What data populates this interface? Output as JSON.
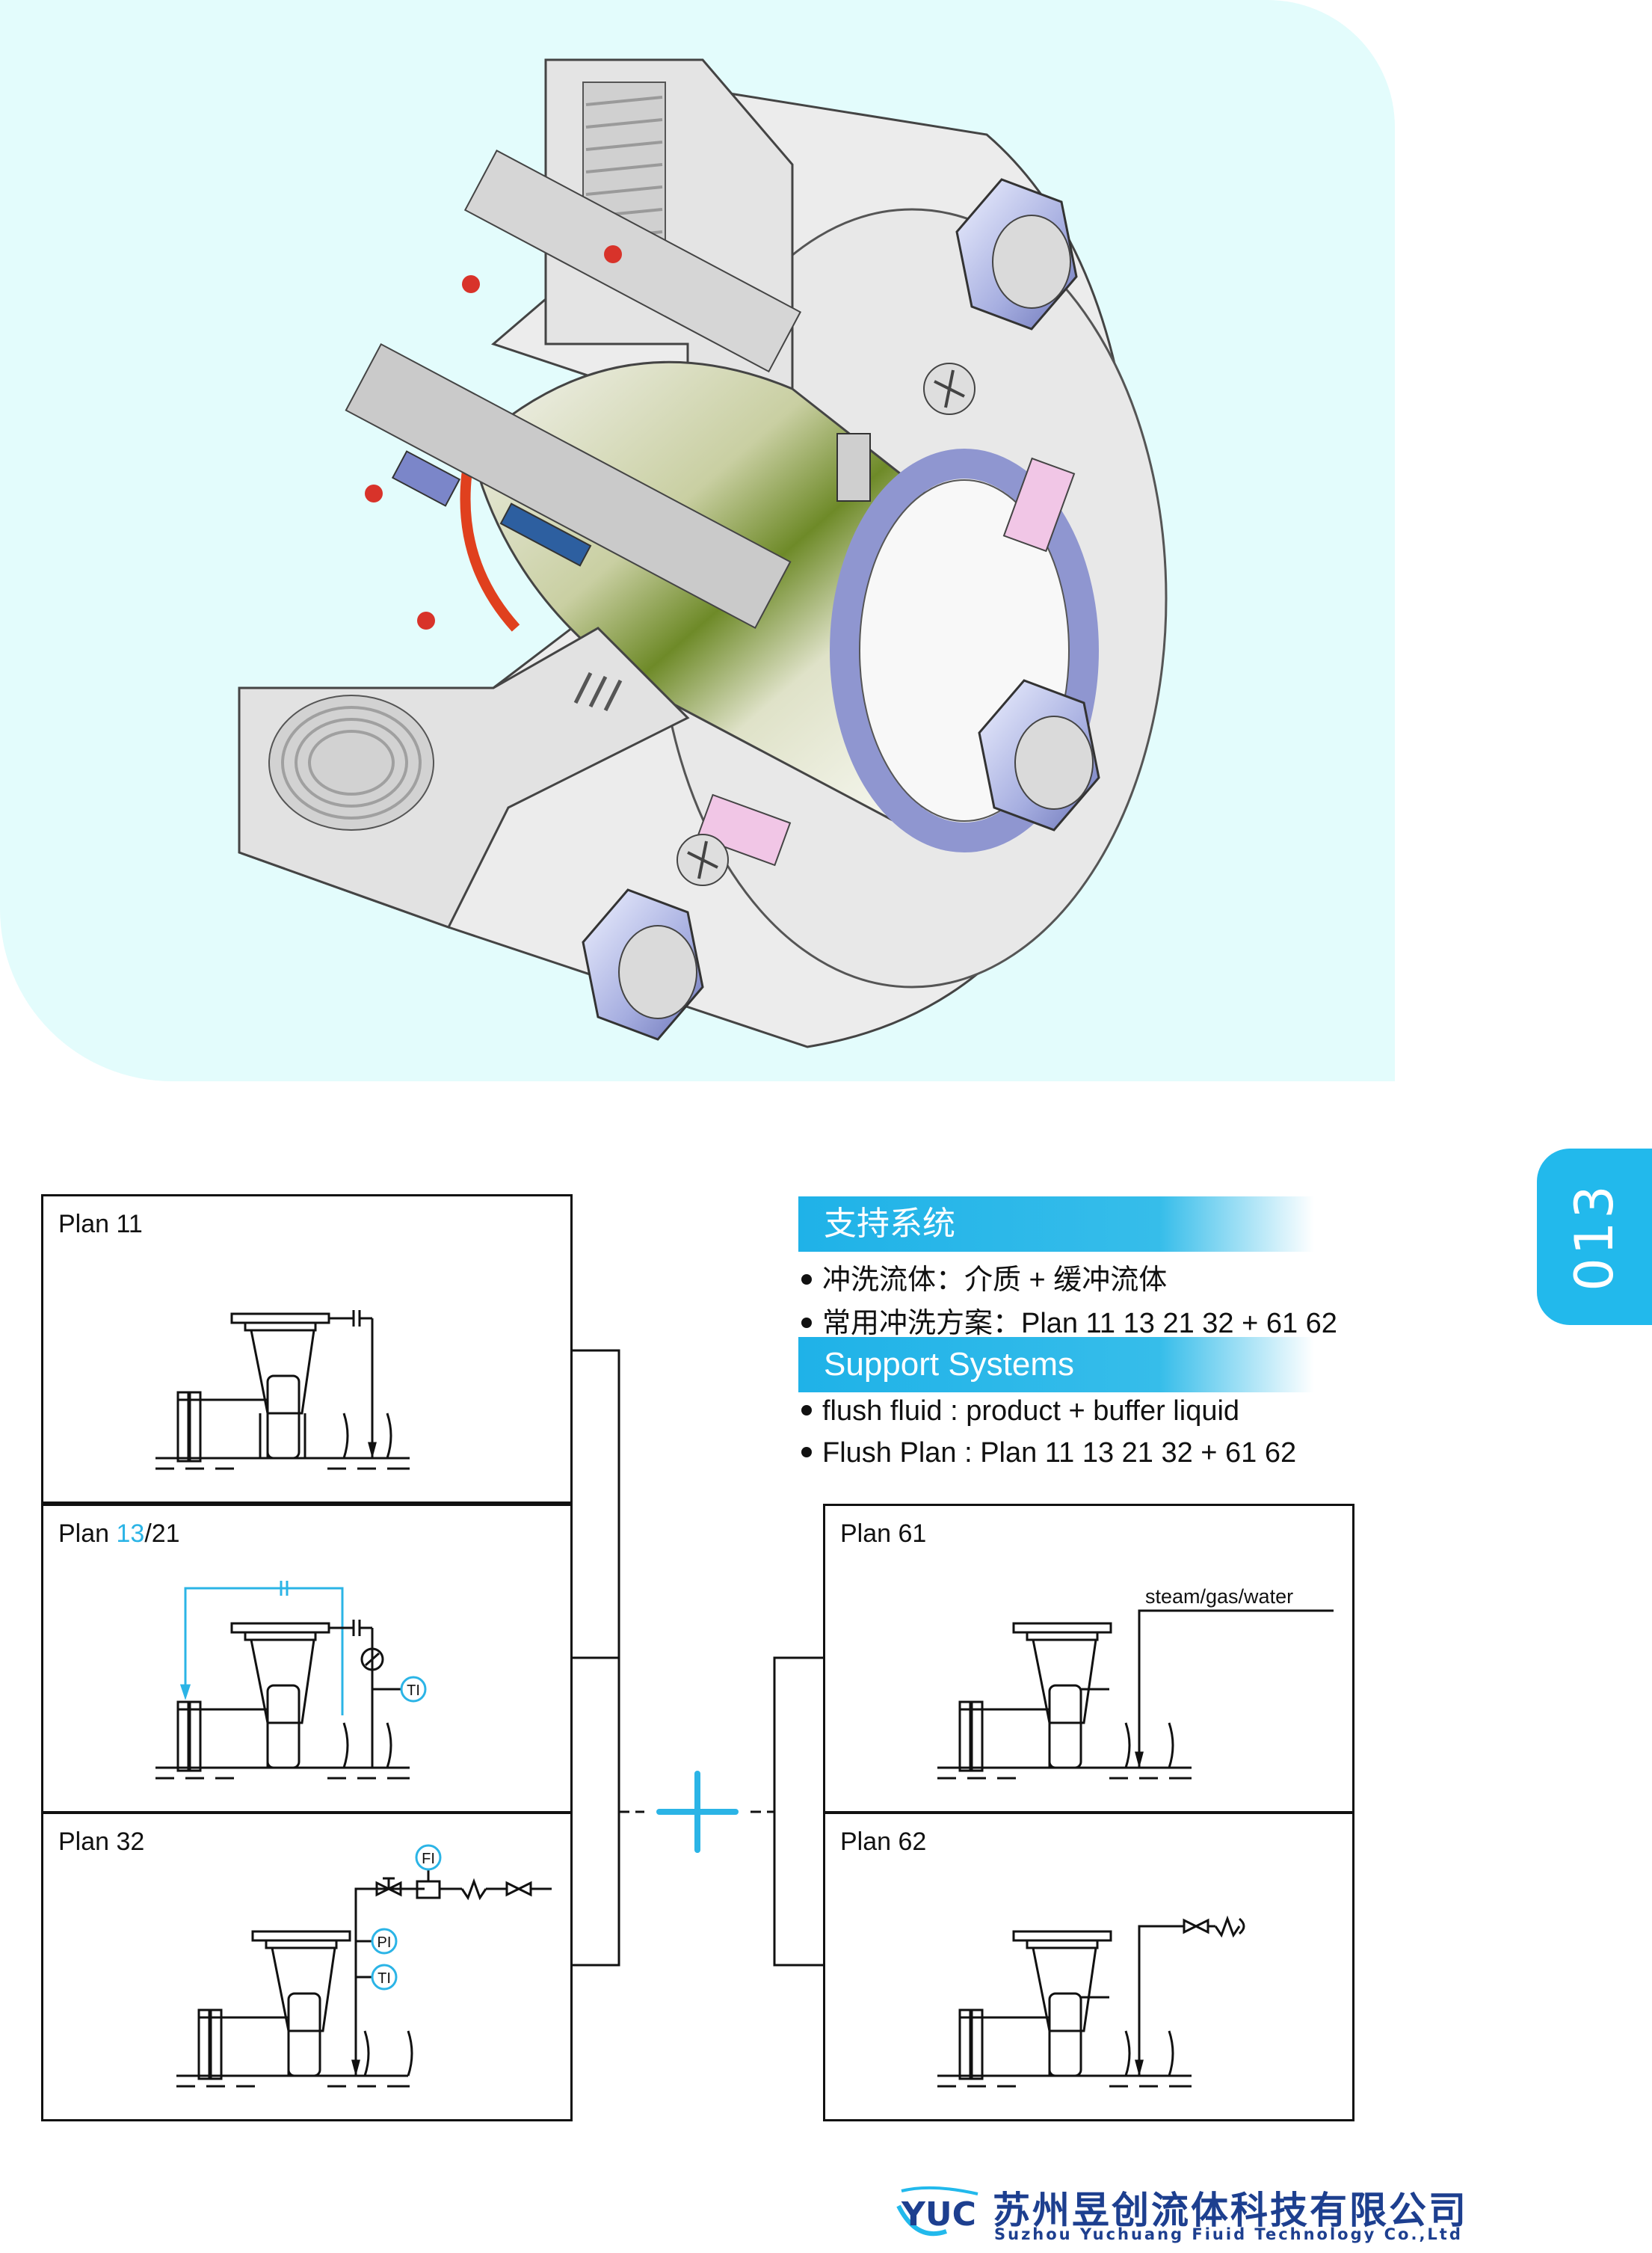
{
  "page_number": "013",
  "colors": {
    "hero_bg": "#e3fcfc",
    "accent": "#22b9ec",
    "logo": "#1d3f8f",
    "line": "#111111"
  },
  "plans_left": [
    {
      "label_pre": "Plan ",
      "label_accent": "",
      "label_post": "11"
    },
    {
      "label_pre": "Plan ",
      "label_accent": "13",
      "label_post": "/21"
    },
    {
      "label_pre": "Plan ",
      "label_accent": "",
      "label_post": "32"
    }
  ],
  "plans_right": [
    {
      "label": "Plan 61",
      "annotation": "steam/gas/water"
    },
    {
      "label": "Plan 62"
    }
  ],
  "instruments": {
    "ti": "TI",
    "pi": "PI",
    "fi": "FI"
  },
  "plus_symbol": "+",
  "support_cn": {
    "heading": "支持系统",
    "bullets": [
      "冲洗流体：介质  + 缓冲流体",
      "常用冲洗方案：Plan 11 13 21 32 +  61 62"
    ]
  },
  "support_en": {
    "heading": "Support Systems",
    "bullets": [
      "flush fluid :  product + buffer liquid",
      "Flush Plan : Plan 11 13 21 32 + 61 62"
    ]
  },
  "footer": {
    "company_cn": "苏州昱创流体科技有限公司",
    "company_en": "Suzhou Yuchuang Fiuid Technology Co.,Ltd",
    "logo_text": "YUC"
  }
}
